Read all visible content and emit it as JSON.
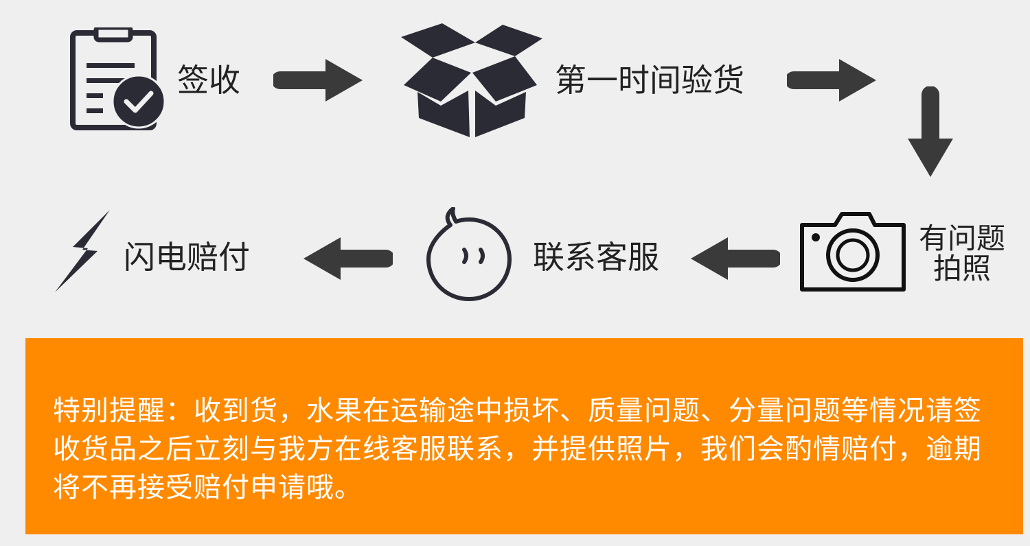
{
  "steps": {
    "sign": {
      "label": "签收",
      "icon": "clipboard-check-icon"
    },
    "inspect": {
      "label": "第一时间验货",
      "icon": "open-box-icon"
    },
    "photo": {
      "label_line1": "有问题",
      "label_line2": "拍照",
      "icon": "camera-icon"
    },
    "service": {
      "label": "联系客服",
      "icon": "chat-bubble-icon"
    },
    "compensate": {
      "label": "闪电赔付",
      "icon": "lightning-icon"
    }
  },
  "notice": {
    "text": "特别提醒：收到货，水果在运输途中损坏、质量问题、分量问题等情况请签收货品之后立刻与我方在线客服联系，并提供照片，我们会酌情赔付，逾期将不再接受赔付申请哦。"
  },
  "colors": {
    "background": "#efefef",
    "icon": "#2b2b35",
    "arrow": "#3a3a3a",
    "notice_bg": "#ff8a00",
    "notice_text": "#ffffff"
  }
}
